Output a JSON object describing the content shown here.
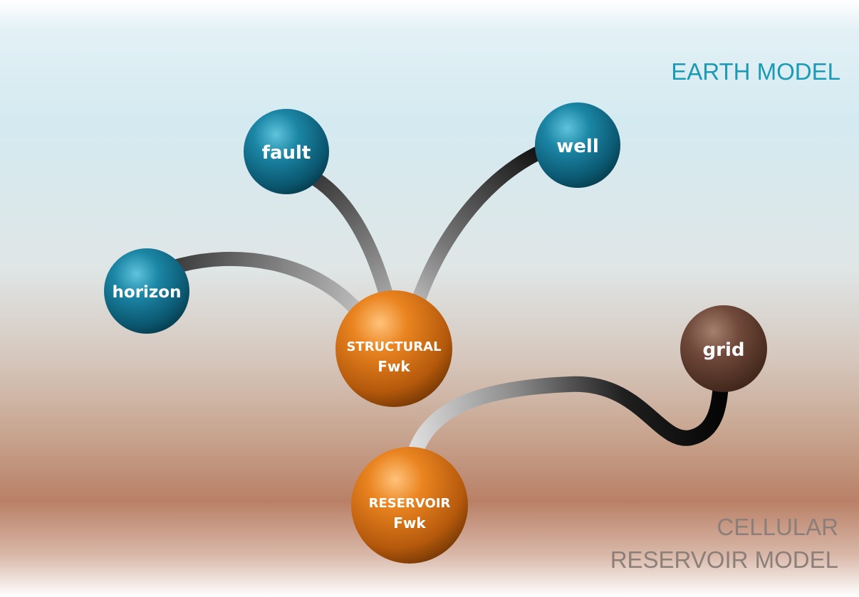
{
  "zones": {
    "earth_model": "EARTH MODEL",
    "cellular_line1": "CELLULAR",
    "cellular_line2": "RESERVOIR MODEL"
  },
  "nodes": {
    "fault": "fault",
    "well": "well",
    "horizon": "horizon",
    "grid": "grid",
    "structural_line1": "STRUCTURAL",
    "structural_line2": "Fwk",
    "reservoir_line1": "RESERVOIR",
    "reservoir_line2": "Fwk"
  },
  "colors": {
    "earth_label": "#1b9bb3",
    "cellular_label": "#8c7f79",
    "blue_node": "#0f6f8a",
    "orange_node": "#c9670e",
    "brown_node": "#6b4636"
  }
}
